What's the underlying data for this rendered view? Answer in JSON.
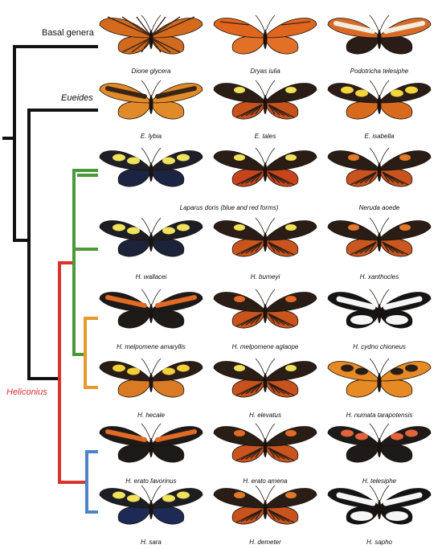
{
  "labels": {
    "basal_genera": "Basal genera",
    "eueides": "Eueides",
    "heliconius": "Heliconius"
  },
  "colors": {
    "basal": "#111111",
    "green": "#4a9a3a",
    "red": "#d9332b",
    "orange": "#e59a2a",
    "blue": "#4f83c8"
  },
  "rows": [
    [
      {
        "caption": "Dione glycera",
        "pattern": "mesh",
        "fw": "#d46a1c",
        "hw": "#cf6a1f",
        "mark": "#3a2414"
      },
      {
        "caption": "Dryas iulia",
        "pattern": "plain",
        "fw": "#e0661f",
        "hw": "#e27026",
        "mark": "#3a1f10"
      },
      {
        "caption": "Podotricha telesiphe",
        "pattern": "band",
        "fw": "#d86a26",
        "hw": "#2a1c16",
        "mark": "#f2ede2"
      }
    ],
    [
      {
        "caption": "E. lybia",
        "pattern": "band",
        "fw": "#e08a2a",
        "hw": "#e08a2a",
        "mark": "#3a2414"
      },
      {
        "caption": "E. tales",
        "pattern": "rays",
        "fw": "#2a1d16",
        "hw": "#c9521c",
        "mark": "#f0e15a"
      },
      {
        "caption": "E. isabella",
        "pattern": "spots",
        "fw": "#2a1d16",
        "hw": "#d86a1e",
        "mark": "#f4d53c"
      }
    ],
    [
      {
        "caption": "",
        "pattern": "spots",
        "fw": "#1f1f2a",
        "hw": "#1c2444",
        "mark": "#f0e25a"
      },
      {
        "caption": "",
        "pattern": "rays",
        "fw": "#2a1d16",
        "hw": "#c8451c",
        "mark": "#f0e15a"
      },
      {
        "caption": "Neruda aoede",
        "pattern": "rays",
        "fw": "#2a1d16",
        "hw": "#c8531c",
        "mark": "#e07a2a"
      }
    ],
    [
      {
        "caption": "H. wallacei",
        "pattern": "spots",
        "fw": "#1d1d24",
        "hw": "#1c2238",
        "mark": "#eee35a"
      },
      {
        "caption": "H. burneyi",
        "pattern": "rays",
        "fw": "#2a1d16",
        "hw": "#c9541d",
        "mark": "#f0e15a"
      },
      {
        "caption": "H. xanthocles",
        "pattern": "rays",
        "fw": "#2a1d16",
        "hw": "#c9571f",
        "mark": "#e2782a"
      }
    ],
    [
      {
        "caption": "H. melpomene amaryllis",
        "pattern": "band",
        "fw": "#1e1a18",
        "hw": "#1e1a18",
        "mark": "#e36a24"
      },
      {
        "caption": "H. melpomene aglaope",
        "pattern": "rays",
        "fw": "#2a1d16",
        "hw": "#c9541d",
        "mark": "#e46a24"
      },
      {
        "caption": "H. cydno chioneus",
        "pattern": "white",
        "fw": "#141414",
        "hw": "#141414",
        "mark": "#f6f6f6"
      }
    ],
    [
      {
        "caption": "H. hecale",
        "pattern": "spots",
        "fw": "#2a1d16",
        "hw": "#d97a24",
        "mark": "#f2d03a"
      },
      {
        "caption": "H. elevatus",
        "pattern": "rays",
        "fw": "#2a1d16",
        "hw": "#c7521c",
        "mark": "#f0e15a"
      },
      {
        "caption": "H. numata tarapotensis",
        "pattern": "spots",
        "fw": "#e58a24",
        "hw": "#e58a24",
        "mark": "#2a1d16"
      }
    ],
    [
      {
        "caption": "H. erato favorinus",
        "pattern": "band",
        "fw": "#1e1a18",
        "hw": "#1e1a18",
        "mark": "#e36a24"
      },
      {
        "caption": "H. erato amena",
        "pattern": "rays",
        "fw": "#2a1d16",
        "hw": "#c9541d",
        "mark": "#e46a24"
      },
      {
        "caption": "H. telesiphe",
        "pattern": "spots",
        "fw": "#1e1a18",
        "hw": "#1e1a18",
        "mark": "#e2643a"
      }
    ],
    [
      {
        "caption": "H. sara",
        "pattern": "spots",
        "fw": "#1d1d24",
        "hw": "#1c2a55",
        "mark": "#f0e25a"
      },
      {
        "caption": "H. demeter",
        "pattern": "rays",
        "fw": "#2a1d16",
        "hw": "#c8531c",
        "mark": "#e07a2a"
      },
      {
        "caption": "H. sapho",
        "pattern": "white",
        "fw": "#141414",
        "hw": "#141414",
        "mark": "#f6f6f6"
      }
    ]
  ],
  "row3_shared_caption": "Laparus doris (blue and red forms)"
}
